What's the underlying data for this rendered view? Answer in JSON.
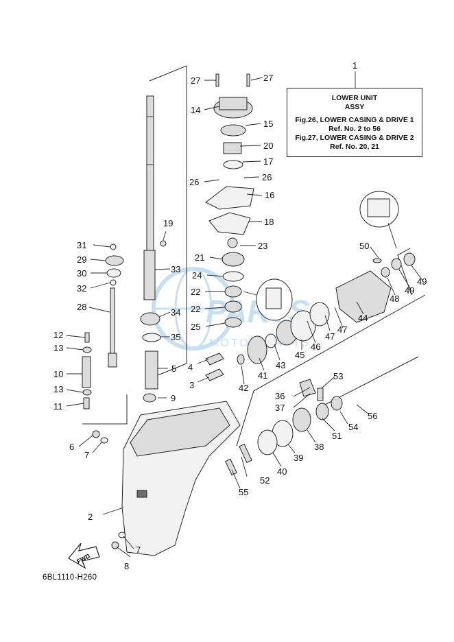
{
  "info_box": {
    "title_line1": "LOWER UNIT",
    "title_line2": "ASSY",
    "ref1": "Fig.26, LOWER CASING & DRIVE 1",
    "ref1_nums": "Ref. No. 2 to 56",
    "ref2": "Fig.27, LOWER CASING & DRIVE 2",
    "ref2_nums": "Ref. No. 20, 21"
  },
  "diagram_code": "6BL1110-H260",
  "fwd_label": "FWD",
  "colors": {
    "line": "#222222",
    "part_fill": "#dcdcdc",
    "dark_fill": "#6d6d6d",
    "watermark": "#9cc6e6"
  },
  "watermark": {
    "text": "PARTS",
    "subtext": "MOTOR PARTS",
    "icon": "globe-icon"
  },
  "callouts": [
    "1",
    "2",
    "3",
    "4",
    "5",
    "6",
    "7",
    "7",
    "8",
    "9",
    "10",
    "11",
    "12",
    "13",
    "13",
    "14",
    "15",
    "16",
    "17",
    "18",
    "19",
    "20",
    "21",
    "22",
    "22",
    "23",
    "24",
    "25",
    "26",
    "26",
    "27",
    "27",
    "28",
    "29",
    "30",
    "31",
    "32",
    "33",
    "34",
    "35",
    "36",
    "37",
    "38",
    "39",
    "40",
    "41",
    "42",
    "43",
    "44",
    "45",
    "46",
    "47",
    "47",
    "48",
    "49",
    "49",
    "50",
    "51",
    "52",
    "53",
    "54",
    "55",
    "56"
  ]
}
